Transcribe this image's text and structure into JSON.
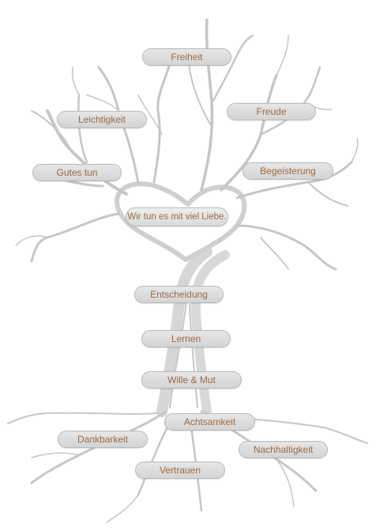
{
  "values": {
    "freiheit": "Freiheit",
    "leichtigkeit": "Leichtigkeit",
    "freude": "Freude",
    "gutes_tun": "Gutes tun",
    "begeisterung": "Begeisterung",
    "center": "Wir tun es mit viel Liebe.",
    "entscheidung": "Entscheidung",
    "lernen": "Lernen",
    "wille_mut": "Wille & Mut",
    "achtsamkeit": "Achtsamkeit",
    "dankbarkeit": "Dankbarkeit",
    "nachhaltigkeit": "Nachhaltigkeit",
    "vertrauen": "Vertrauen"
  },
  "colors": {
    "label_text": "#9a6a45",
    "pill_fill": "#dcdcdc",
    "pill_border": "#b9b9b9",
    "tree_stroke": "#c4c4c4"
  }
}
